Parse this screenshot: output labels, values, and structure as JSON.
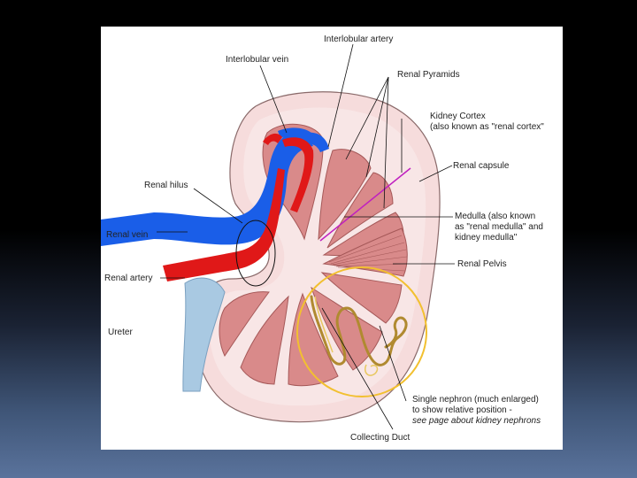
{
  "labels": {
    "interlobular_artery": "Interlobular artery",
    "interlobular_vein": "Interlobular vein",
    "renal_pyramids": "Renal Pyramids",
    "kidney_cortex_1": "Kidney Cortex",
    "kidney_cortex_2": "(also known as \"renal cortex\"",
    "renal_capsule": "Renal capsule",
    "renal_hilus": "Renal hilus",
    "medulla_1": "Medulla (also known",
    "medulla_2": "as \"renal medulla\" and",
    "medulla_3": "kidney medulla\"",
    "renal_vein": "Renal vein",
    "renal_pelvis": "Renal Pelvis",
    "renal_artery": "Renal artery",
    "ureter": "Ureter",
    "nephron_1": "Single nephron (much enlarged)",
    "nephron_2": "to show relative position -",
    "nephron_3": "see page about kidney nephrons",
    "collecting_duct": "Collecting Duct"
  },
  "colors": {
    "capsule": "#f6dcdc",
    "cortex": "#f8e6e6",
    "pyramid": "#d98a8a",
    "pyramid_edge": "#a55858",
    "vein": "#1a5ee8",
    "artery": "#e01818",
    "ureter": "#a9c9e2",
    "nephron_circle": "#f2c030",
    "medulla_line": "#c020c0"
  }
}
